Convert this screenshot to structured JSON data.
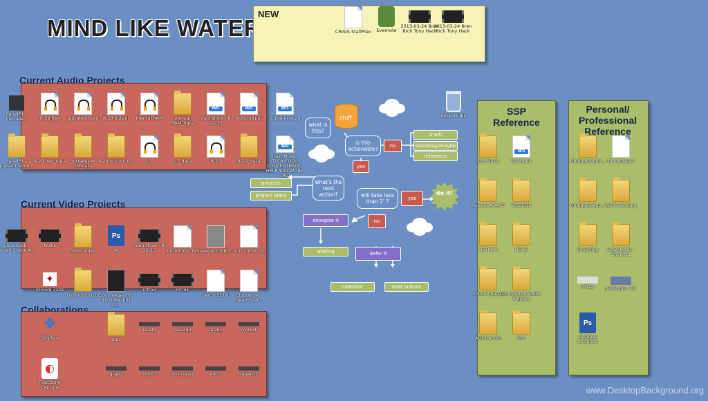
{
  "title": "MIND LIKE WATER",
  "sections": {
    "audio": "Current Audio Projects",
    "video": "Current Video Projects",
    "collab": "Collaborations"
  },
  "new_box": {
    "title": "NEW",
    "items": [
      "CRISIS StaffPlan",
      "Evernote",
      "2013-03-24 Bren Rich Tony Hack",
      "2013-03-24 Bren Rich Tony Hack"
    ]
  },
  "audio_icons": {
    "row1": [
      "PanelP1 - preview...",
      "8-29 jres",
      "outtakes 8-29",
      "8-29 output",
      "mental RAM",
      "mental RAM_data",
      "main show - 8-22-13",
      "8-29 output",
      "outtakes 8-29"
    ],
    "row2": [
      "PanelP1 - present mom...",
      "8-29 jres_data",
      "outtakes 8-29_data",
      "8-29 output_d...",
      "p1",
      "p1_data",
      "8-29",
      "8-29_data",
      "Brain Music - STUDY FOCUS CONCENTRATE - HELP YOU WORK - PST"
    ]
  },
  "video_icons": {
    "row1": [
      "Clockwork - DreamScene A...",
      "test1",
      "robot video",
      "pi",
      "main show - 8-22-13",
      "intro3.m2t.txt",
      "drawger2006 1...",
      "intro2.m2t.txt"
    ],
    "row2": [
      "Trivium 720p",
      "10.0 - Shortcut",
      "Sony Vegas Pro 10.0 (64-bit) 11...",
      "intro2",
      "intro1",
      "test.m2t.txt",
      "Clockwork - DreamScen..."
    ]
  },
  "collab_icons": {
    "row1": [
      "Dropbox",
      "dms",
      "read2",
      "regarg2",
      "grab1",
      "mobo1"
    ],
    "row2": [
      "FastStone Capture",
      "grab2",
      "mobo2",
      "edu copy1",
      "edu1",
      "regarg1"
    ]
  },
  "flow": {
    "stuff": "stuff",
    "what": "what is this?",
    "actionable": "is this actionable?",
    "no1": "no",
    "trash": "trash",
    "someday": "someday/maybe",
    "reference": "reference",
    "yes1": "yes",
    "projects": "projects",
    "plans": "project plans",
    "next": "what's the next action?",
    "two_min": "will take less than 2' ?",
    "yes2": "yes",
    "do_it": "do it!",
    "no2": "no",
    "delegate": "delegate it",
    "waiting": "waiting",
    "defer": "defer it",
    "calendar": "calendar",
    "next_actions": "next actions"
  },
  "recycle": "Recycle Bin",
  "ssp": {
    "title": "SSP Reference",
    "items": [
      "SSP Music",
      "the brain",
      "Reason ADATO",
      "WEBSITE",
      "LISTRAM",
      "DOCS",
      "Video Projects",
      "Completed Audio Projects",
      "Artist Audio",
      "SSP"
    ]
  },
  "personal": {
    "title": "Personal/ Professional Reference",
    "items": [
      "FindingFreedo...",
      "File Browser",
      "FindingFreedo...",
      "Work Tracking",
      "Parenting",
      "Downloads - Shortcut",
      "CTBar",
      "desktopE1-E1",
      "desktop template"
    ]
  },
  "watermark": "www.DesktopBackground.org"
}
